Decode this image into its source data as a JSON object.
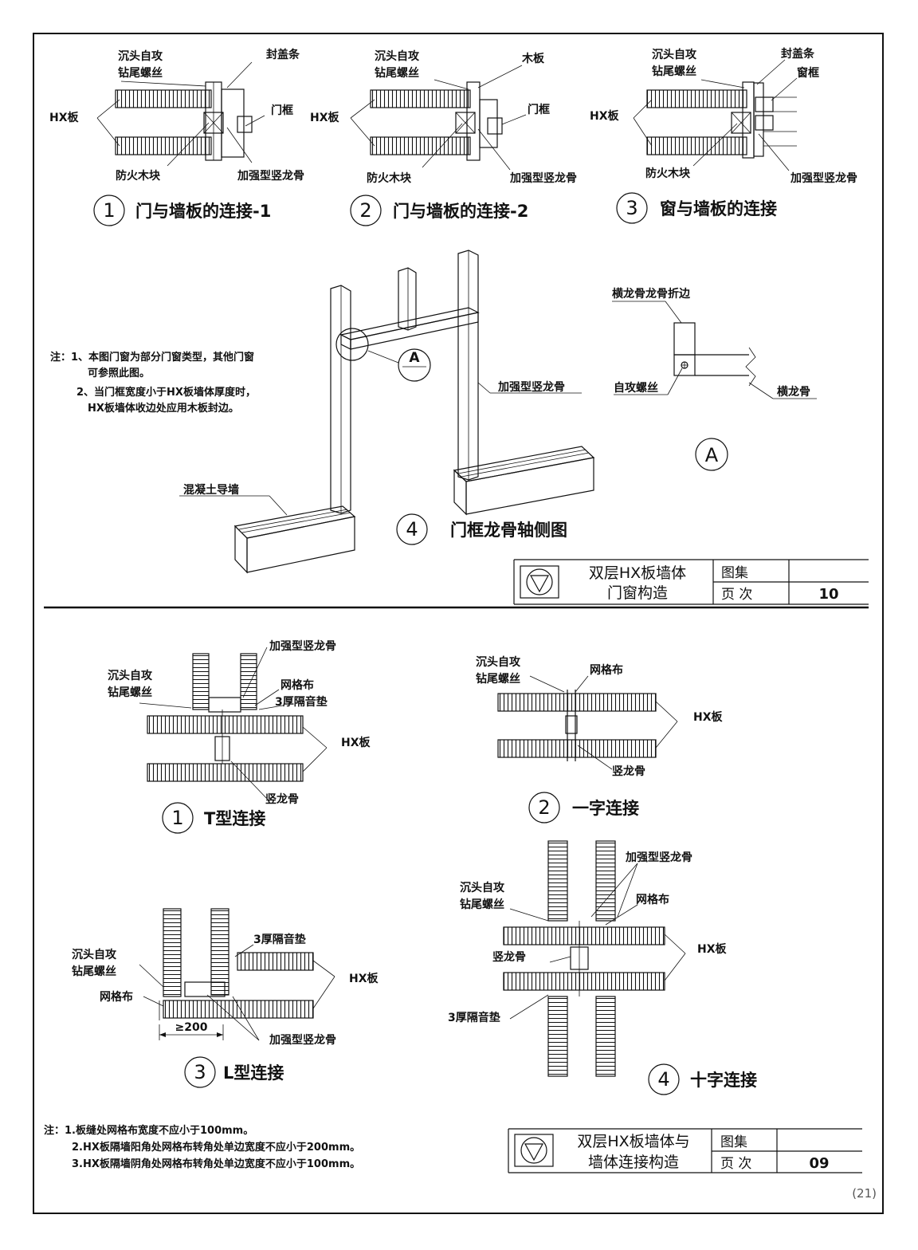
{
  "sheet": {
    "page_number": "(21)"
  },
  "top": {
    "detail1": {
      "number": "1",
      "caption": "门与墙板的连接-1",
      "labels": {
        "screw_l1": "沉头自攻",
        "screw_l2": "钻尾螺丝",
        "cover": "封盖条",
        "board": "HX板",
        "frame": "门框",
        "block": "防火木块",
        "stud": "加强型竖龙骨"
      }
    },
    "detail2": {
      "number": "2",
      "caption": "门与墙板的连接-2",
      "labels": {
        "screw_l1": "沉头自攻",
        "screw_l2": "钻尾螺丝",
        "wood": "木板",
        "board": "HX板",
        "frame": "门框",
        "block": "防火木块",
        "stud": "加强型竖龙骨"
      }
    },
    "detail3": {
      "number": "3",
      "caption": "窗与墙板的连接",
      "labels": {
        "screw_l1": "沉头自攻",
        "screw_l2": "钻尾螺丝",
        "cover": "封盖条",
        "window": "窗框",
        "board": "HX板",
        "block": "防火木块",
        "stud": "加强型竖龙骨"
      }
    },
    "detail4": {
      "number": "4",
      "caption": "门框龙骨轴侧图",
      "labels": {
        "stud": "加强型竖龙骨",
        "base": "混凝土导墙",
        "callout": "A"
      }
    },
    "detailA": {
      "title": "A",
      "labels": {
        "fold": "横龙骨龙骨折边",
        "screw": "自攻螺丝",
        "runner": "横龙骨"
      }
    },
    "notes": {
      "line1": "注：1、本图门窗为部分门窗类型，其他门窗",
      "line2": "可参照此图。",
      "line3": "2、当门框宽度小于HX板墙体厚度时，",
      "line4": "HX板墙体收边处应用木板封边。"
    },
    "title_block": {
      "title_l1": "双层HX板墙体",
      "title_l2": "门窗构造",
      "atlas_label": "图集",
      "page_label": "页 次",
      "page_value": "10"
    }
  },
  "bottom": {
    "detail1": {
      "number": "1",
      "caption": "T型连接",
      "labels": {
        "stud_strong": "加强型竖龙骨",
        "screw_l1": "沉头自攻",
        "screw_l2": "钻尾螺丝",
        "mesh": "网格布",
        "pad": "3厚隔音垫",
        "board": "HX板",
        "stud": "竖龙骨"
      }
    },
    "detail2": {
      "number": "2",
      "caption": "一字连接",
      "labels": {
        "screw_l1": "沉头自攻",
        "screw_l2": "钻尾螺丝",
        "mesh": "网格布",
        "board": "HX板",
        "stud": "竖龙骨"
      }
    },
    "detail3": {
      "number": "3",
      "caption": "L型连接",
      "labels": {
        "pad": "3厚隔音垫",
        "screw_l1": "沉头自攻",
        "screw_l2": "钻尾螺丝",
        "board": "HX板",
        "mesh": "网格布",
        "dim": "≥200",
        "stud_strong": "加强型竖龙骨"
      }
    },
    "detail4": {
      "number": "4",
      "caption": "十字连接",
      "labels": {
        "stud_strong": "加强型竖龙骨",
        "screw_l1": "沉头自攻",
        "screw_l2": "钻尾螺丝",
        "mesh": "网格布",
        "stud": "竖龙骨",
        "board": "HX板",
        "pad": "3厚隔音垫"
      }
    },
    "notes": {
      "line1": "注：1.板缝处网格布宽度不应小于100mm。",
      "line2": "2.HX板隔墙阳角处网格布转角处单边宽度不应小于200mm。",
      "line3": "3.HX板隔墙阴角处网格布转角处单边宽度不应小于100mm。"
    },
    "title_block": {
      "title_l1": "双层HX板墙体与",
      "title_l2": "墙体连接构造",
      "atlas_label": "图集",
      "page_label": "页 次",
      "page_value": "09"
    }
  }
}
